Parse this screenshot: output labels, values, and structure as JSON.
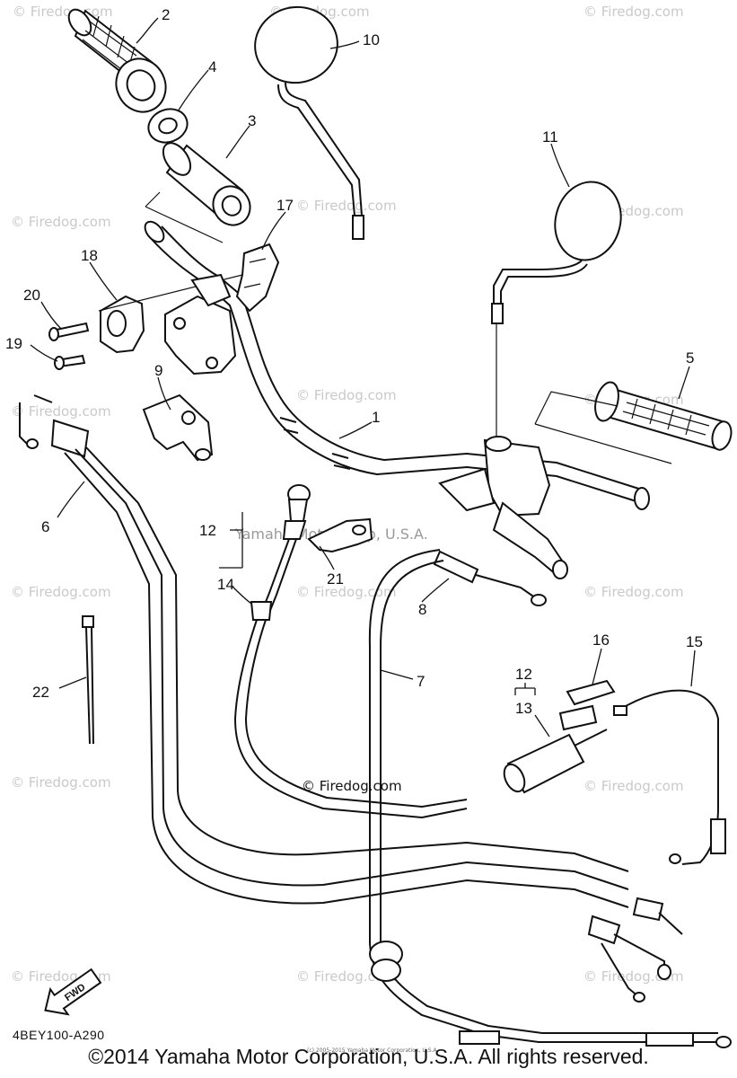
{
  "callouts": {
    "c1": "1",
    "c2": "2",
    "c3": "3",
    "c4": "4",
    "c5": "5",
    "c6": "6",
    "c7": "7",
    "c8": "8",
    "c9": "9",
    "c10": "10",
    "c11": "11",
    "c12a": "12",
    "c12b": "12",
    "c13": "13",
    "c14": "14",
    "c15": "15",
    "c16": "16",
    "c17": "17",
    "c18": "18",
    "c19": "19",
    "c20": "20",
    "c21": "21",
    "c22": "22"
  },
  "watermarks": {
    "site": "© Firedog.com",
    "center_left": "Yamaha Motor Corp, U.S.A."
  },
  "labels": {
    "diagram_code": "4BEY100-A290",
    "fwd": "FWD",
    "tiny_copyright": "(c) 2005-2015 Yamaha Motor Corporation, U.S.A.",
    "footer": "©2014 Yamaha Motor Corporation, U.S.A. All rights reserved."
  },
  "colors": {
    "ink": "#111111",
    "watermark": "#c9c9c9",
    "background": "#ffffff"
  }
}
